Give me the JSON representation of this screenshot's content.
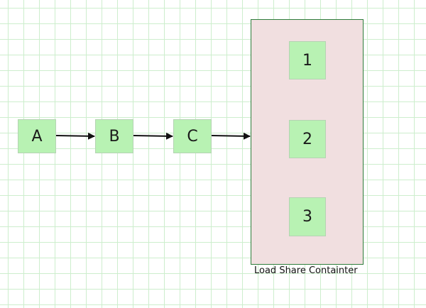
{
  "nodes": {
    "a": "A",
    "b": "B",
    "c": "C"
  },
  "container": {
    "label": "Load Share Containter",
    "items": [
      "1",
      "2",
      "3"
    ]
  },
  "colors": {
    "node_fill": "#b8f2b3",
    "container_fill": "#f1dfe0",
    "container_border": "#2f7d3c",
    "grid": "#cdeecd",
    "arrow": "#111111"
  }
}
